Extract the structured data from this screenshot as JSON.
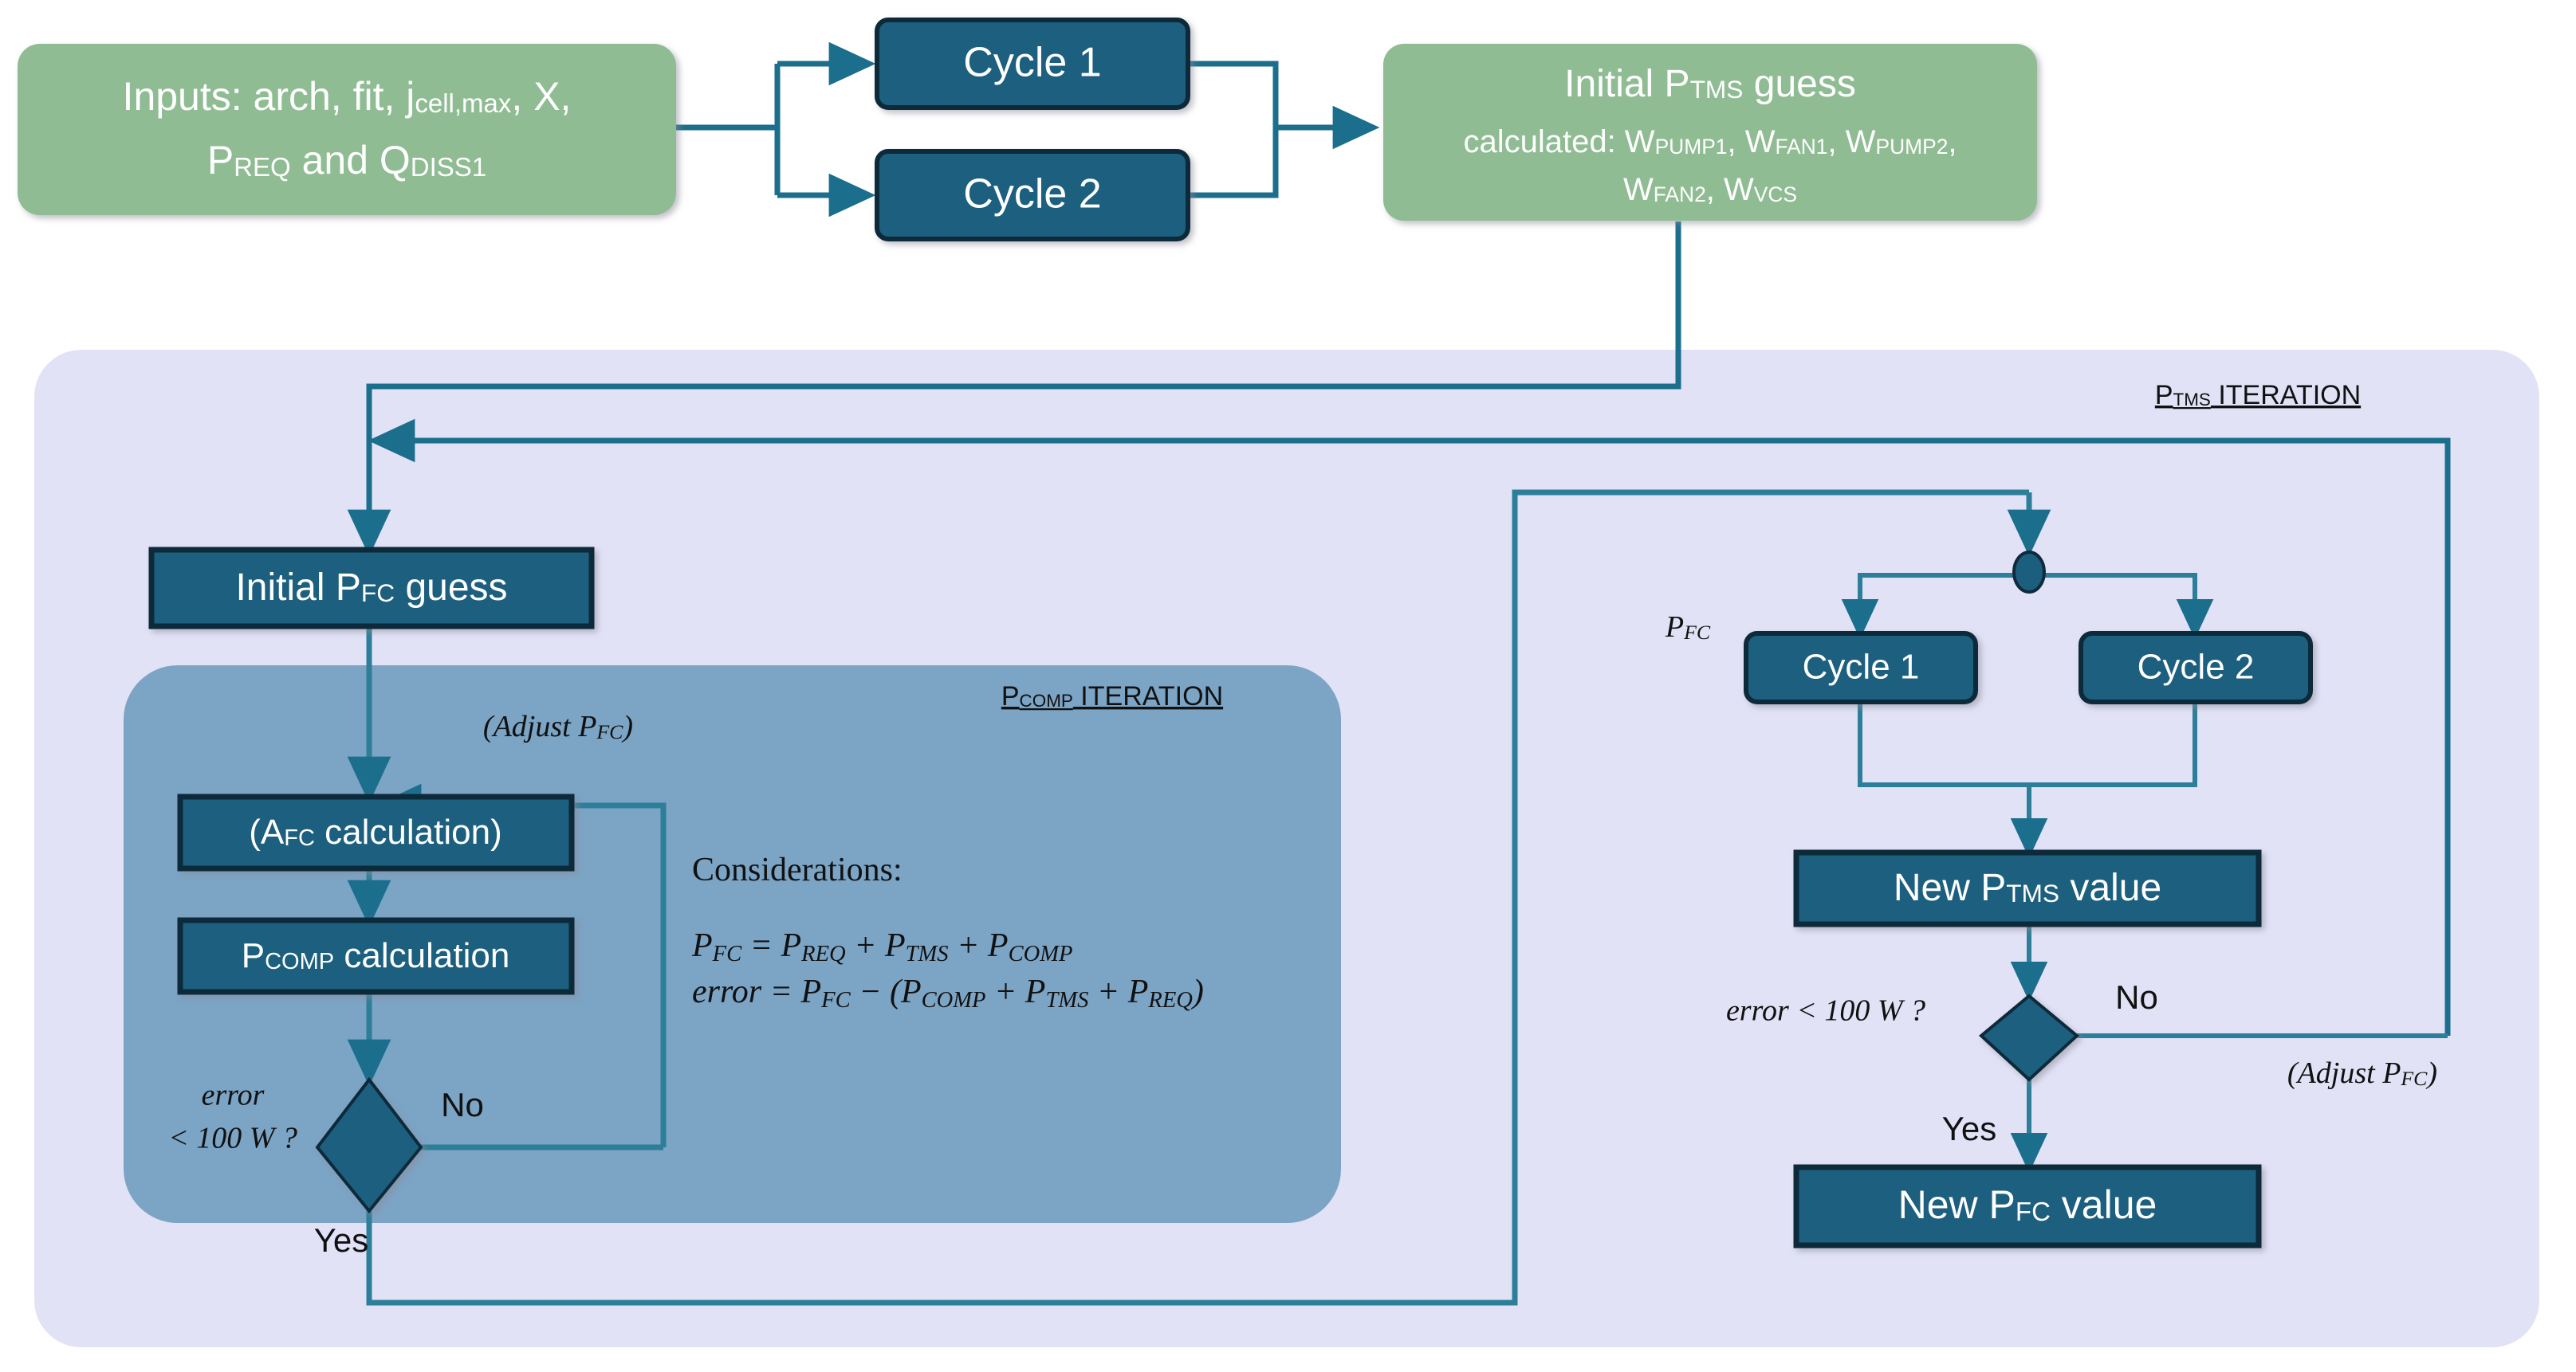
{
  "colors": {
    "background": "#ffffff",
    "green_fill": "#8FBC93",
    "teal_fill": "#1B5E7E",
    "teal_stroke": "#10293B",
    "connector_line": "#1B6E8C",
    "outer_region_fill": "#E2E2F7",
    "outer_region_stroke": "#2A7A96",
    "inner_region_fill": "#7BA4C5",
    "text_light": "#ffffff",
    "text_dark": "#111111"
  },
  "nodes": {
    "inputs": {
      "line1_pre": "Inputs: arch, fit, j",
      "line1_sub": "cell,max",
      "line1_post": ", X,",
      "line2_a": "P",
      "line2_a_sub": "REQ",
      "line2_b": " and Q",
      "line2_b_sub": "DISS1"
    },
    "cycle1_top": "Cycle 1",
    "cycle2_top": "Cycle 2",
    "initial_ptms": {
      "line1_pre": "Initial P",
      "line1_sub": "TMS",
      "line1_post": " guess",
      "line2_pre": "calculated: W",
      "line2_sub1": "PUMP1",
      "line2_mid1": ", W",
      "line2_sub2": "FAN1",
      "line2_mid2": ", W",
      "line2_sub3": "PUMP2",
      "line2_end": ",",
      "line3_pre": "W",
      "line3_sub1": "FAN2",
      "line3_mid": ", W",
      "line3_sub2": "VCS"
    },
    "initial_pfc": {
      "pre": "Initial P",
      "sub": "FC",
      "post": " guess"
    },
    "afc_calc": {
      "pre": "(A",
      "sub": "FC",
      "post": " calculation)"
    },
    "pcomp_calc": {
      "pre": "P",
      "sub": "COMP",
      "post": " calculation"
    },
    "cycle1_right": "Cycle 1",
    "cycle2_right": "Cycle 2",
    "new_ptms": {
      "pre": "New P",
      "sub": "TMS",
      "post": " value"
    },
    "new_pfc": {
      "pre": "New P",
      "sub": "FC",
      "post": " value"
    }
  },
  "regions": {
    "ptms_iteration": {
      "pre": "P",
      "sub": "TMS",
      "post": " ITERATION"
    },
    "pcomp_iteration": {
      "pre": "P",
      "sub": "COMP",
      "post": " ITERATION"
    }
  },
  "labels": {
    "adjust_pfc_left": {
      "text": "(Adjust P",
      "sub": "FC",
      "post": ")"
    },
    "adjust_pfc_right": {
      "text": "(Adjust P",
      "sub": "FC",
      "post": ")"
    },
    "considerations_title": "Considerations:",
    "equation_1": {
      "lhs": "P",
      "lhs_sub": "FC",
      "rhs": " = P",
      "rhs_sub1": "REQ",
      "op1": " + P",
      "rhs_sub2": "TMS",
      "op2": " + P",
      "rhs_sub3": "COMP"
    },
    "equation_2": {
      "lhs": "error = P",
      "lhs_sub": "FC",
      "mid": " − (P",
      "s1": "COMP",
      "m1": " + P",
      "s2": "TMS",
      "m2": " + P",
      "s3": "REQ",
      "end": ")"
    },
    "error_left_line1": "error",
    "error_left_line2": "< 100 W ?",
    "error_right": "error < 100 W ?",
    "pfc_branch_label": {
      "pre": "P",
      "sub": "FC"
    },
    "yes_left": "Yes",
    "no_left": "No",
    "yes_right": "Yes",
    "no_right": "No"
  },
  "chart_data": {
    "type": "diagram",
    "title": "Fuel cell / TMS power iteration flowchart",
    "flow": [
      {
        "from": "inputs",
        "to": "cycle1_top"
      },
      {
        "from": "inputs",
        "to": "cycle2_top"
      },
      {
        "from": "cycle1_top",
        "to": "initial_ptms"
      },
      {
        "from": "cycle2_top",
        "to": "initial_ptms"
      },
      {
        "from": "initial_ptms",
        "to": "initial_pfc"
      },
      {
        "from": "initial_pfc",
        "to": "afc_calc"
      },
      {
        "from": "afc_calc",
        "to": "pcomp_calc"
      },
      {
        "from": "pcomp_calc",
        "to": "error_decision_left"
      },
      {
        "from": "error_decision_left",
        "to": "afc_calc",
        "label": "No (Adjust P_FC)"
      },
      {
        "from": "error_decision_left",
        "to": "ptms_branch",
        "label": "Yes"
      },
      {
        "from": "ptms_branch",
        "to": "cycle1_right"
      },
      {
        "from": "ptms_branch",
        "to": "cycle2_right"
      },
      {
        "from": "cycle1_right",
        "to": "new_ptms"
      },
      {
        "from": "cycle2_right",
        "to": "new_ptms"
      },
      {
        "from": "new_ptms",
        "to": "error_decision_right"
      },
      {
        "from": "error_decision_right",
        "to": "initial_pfc",
        "label": "No (Adjust P_FC)"
      },
      {
        "from": "error_decision_right",
        "to": "new_pfc",
        "label": "Yes"
      }
    ]
  }
}
